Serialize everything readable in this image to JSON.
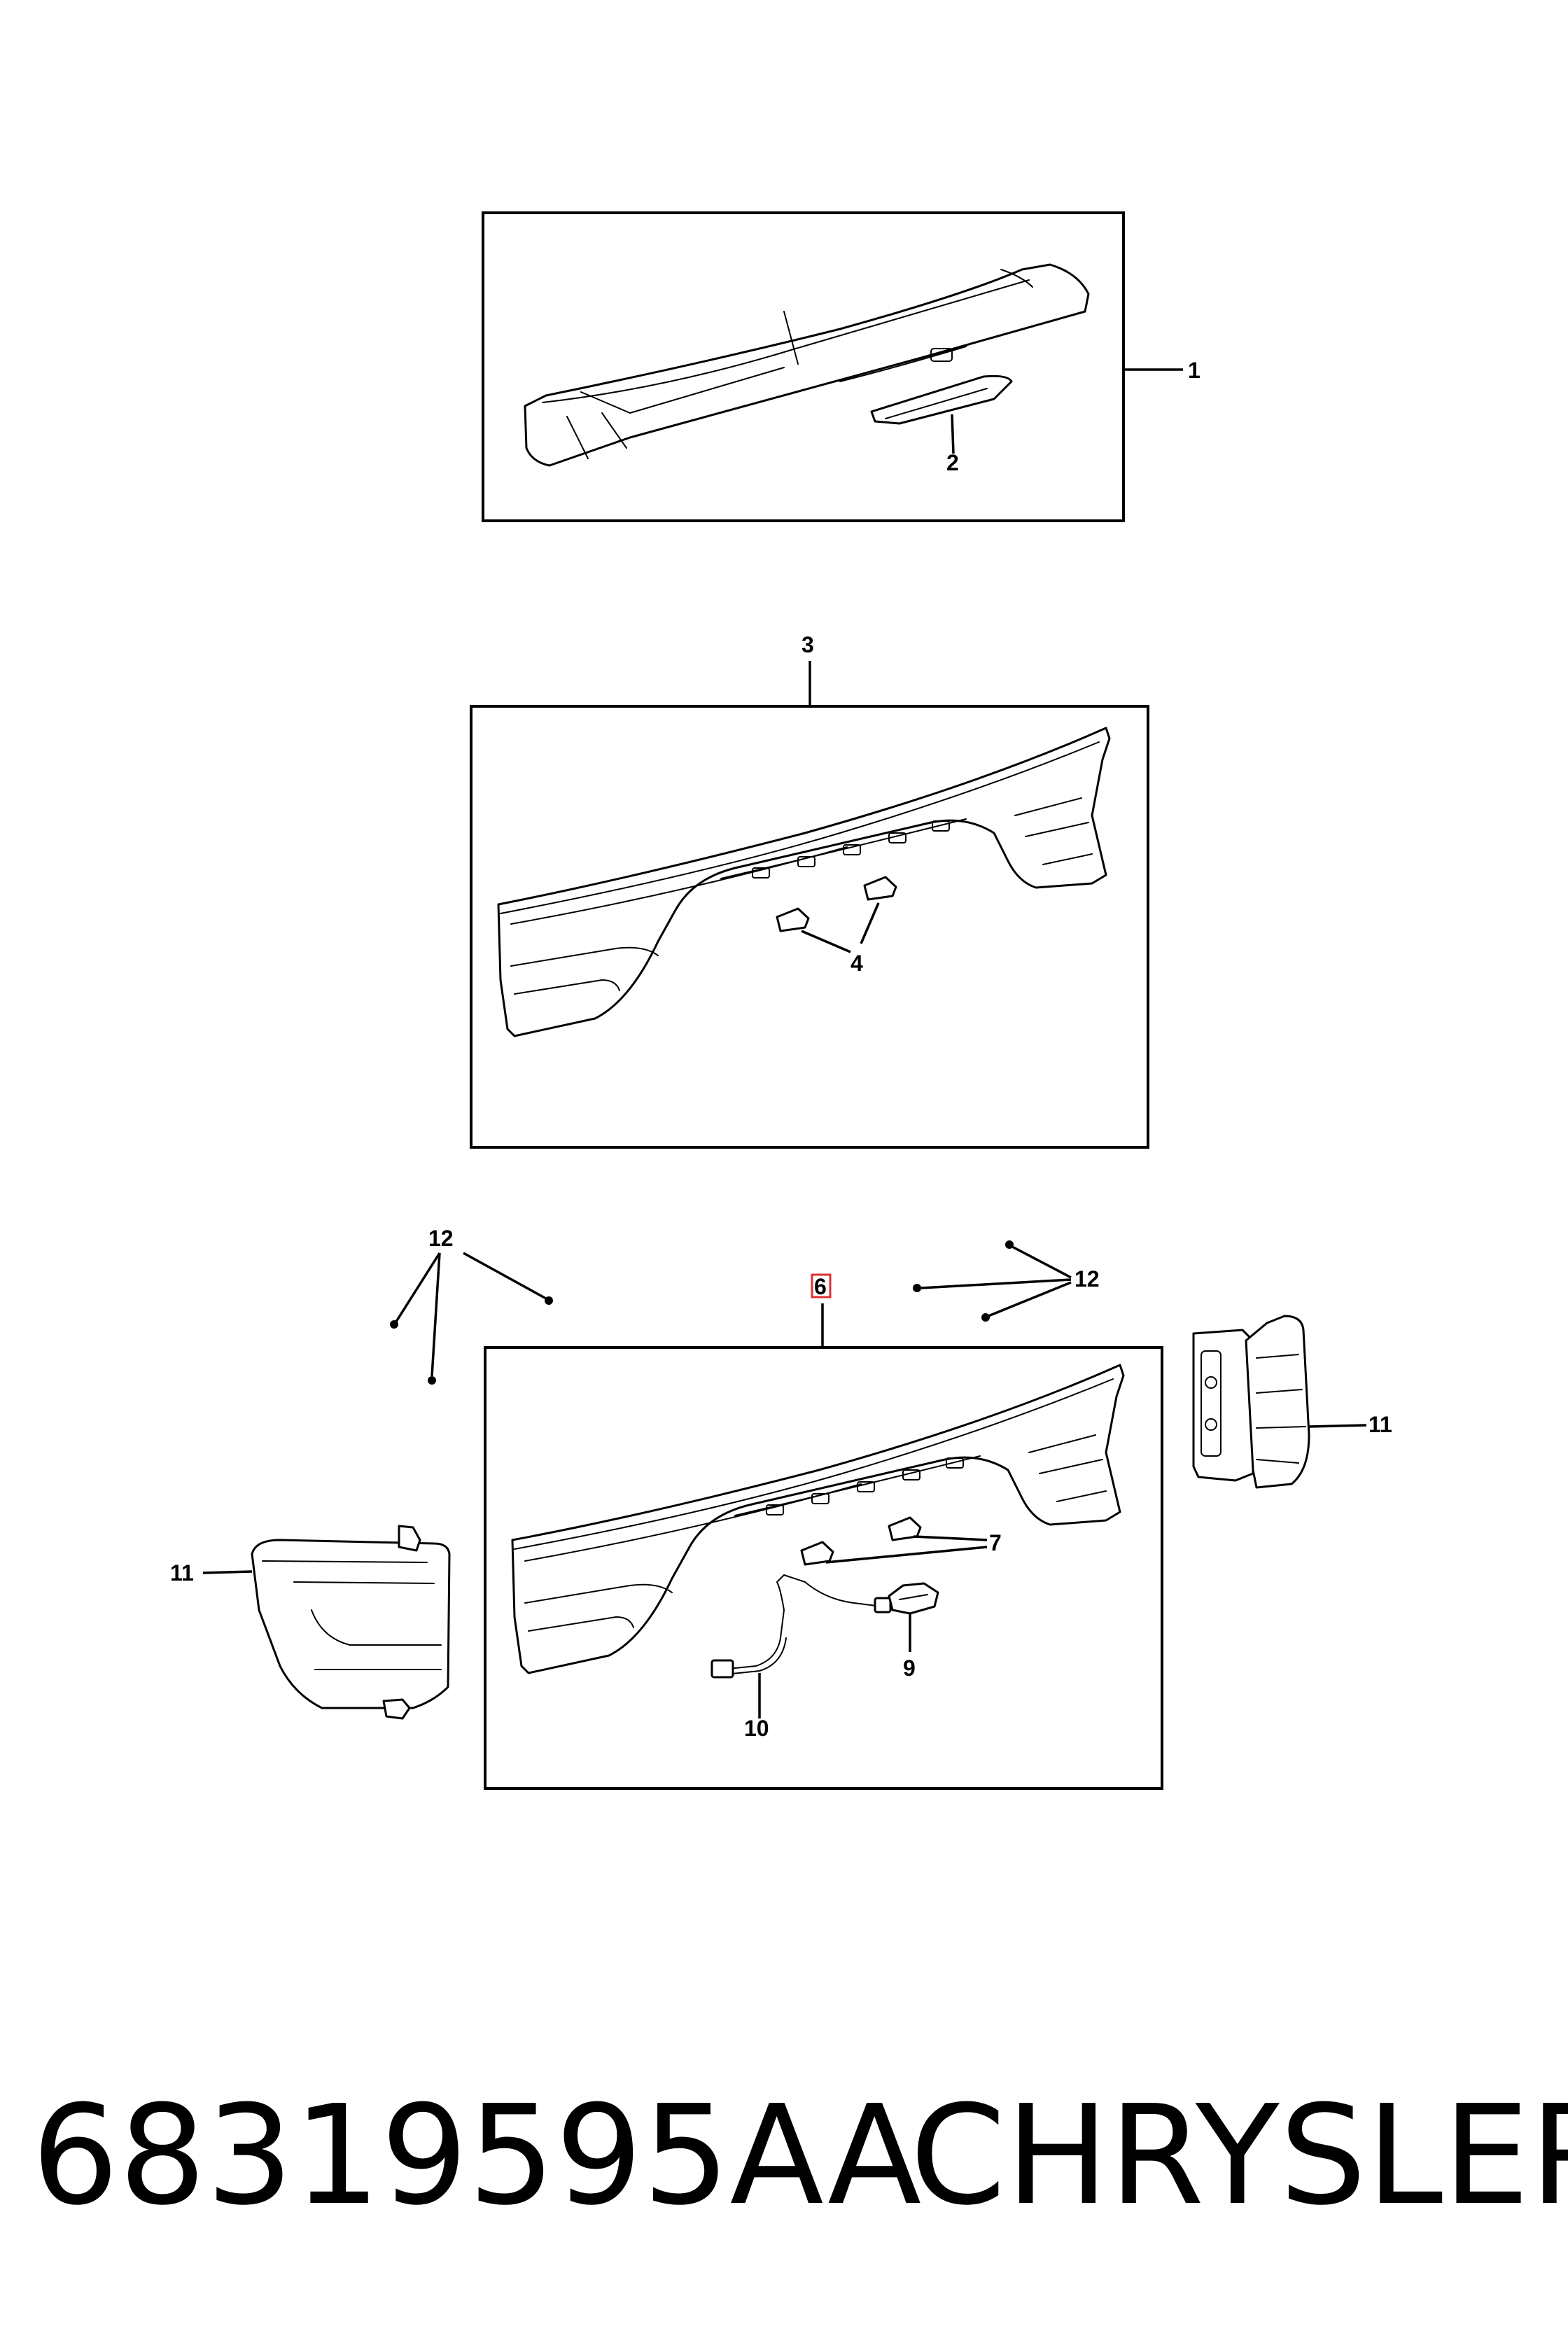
{
  "diagram": {
    "callouts": {
      "c1": "1",
      "c2": "2",
      "c3": "3",
      "c4": "4",
      "c6": "6",
      "c7": "7",
      "c9": "9",
      "c10": "10",
      "c11_left": "11",
      "c11_right": "11",
      "c12_left": "12",
      "c12_right": "12"
    },
    "highlight_color": "#e03030"
  },
  "footer": {
    "part_number": "68319595AA",
    "brand": "CHRYSLER"
  }
}
